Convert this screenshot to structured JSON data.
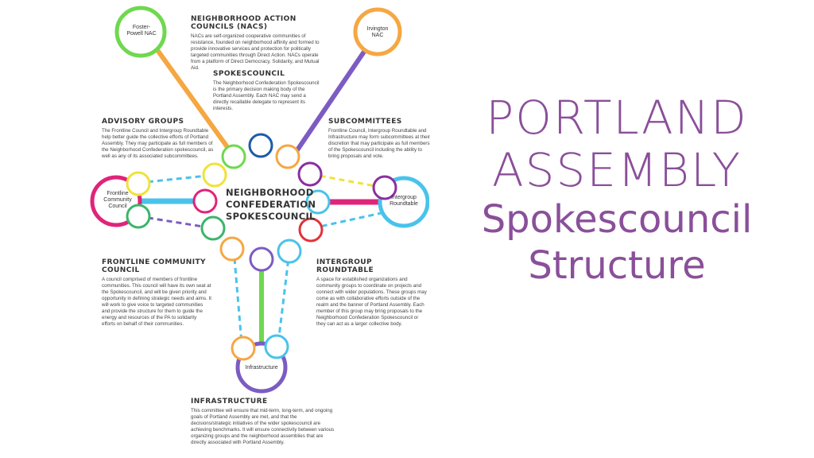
{
  "title": {
    "line1": "PORTLAND",
    "line2": "ASSEMBLY",
    "line3": "Spokescouncil",
    "line4": "Structure"
  },
  "colors": {
    "title": "#8a4f9a",
    "green": "#6fd84f",
    "orange": "#f5a742",
    "purple": "#7c5cc2",
    "pink": "#e0247a",
    "blue": "#49c3ea",
    "red": "#e0333a",
    "yellow": "#f0e23a",
    "darkblue": "#1e5aa8",
    "teal": "#3bb56a"
  },
  "nodes": {
    "foster_powell": "Foster-Powell NAC",
    "irvington": "Irvington NAC",
    "frontline": "Frontline Community Council",
    "intergroup": "Intergroup Roundtable",
    "infrastructure": "Infrastructure",
    "center": "NEIGHBORHOOD CONFEDERATION SPOKESCOUNCIL"
  },
  "sections": {
    "nacs": {
      "heading": "NEIGHBORHOOD ACTION COUNCILS (NACS)",
      "body": "NACs are self-organized cooperative communities of resistance, founded on neighborhood affinity and formed to provide innovative services and protection for politically targeted communities through Direct Action. NACs operate from a platform of Direct Democracy, Solidarity, and Mutual Aid."
    },
    "spokescouncil": {
      "heading": "SPOKESCOUNCIL",
      "body": "The Neighborhood Confederation Spokescouncil is the primary decision making body of the Portland Assembly. Each NAC may send a directly recallable delegate to represent its interests."
    },
    "advisory": {
      "heading": "ADVISORY GROUPS",
      "body": "The Frontline Council and Intergroup Roundtable help better guide the collective efforts of Portland Assembly. They may participate as full members of the Neighborhood Confederation spokescouncil, as well as any of its associated subcommittees."
    },
    "subcommittees": {
      "heading": "SUBCOMMITTEES",
      "body": "Frontline Council, Intergroup Roundtable and Infrastructure may form subcommittees at their discretion that may participate as full members of the Spokescouncil including the ability to bring proposals and vote."
    },
    "frontline": {
      "heading": "FRONTLINE COMMUNITY COUNCIL",
      "body": "A council comprised of members of frontline communities. This council will have its own seat at the Spokescouncil, and will be given priority and opportunity in defining strategic needs and aims. It will work to give voice to targeted communities and provide the structure for them to guide the energy and resources of the PA to solidarity efforts on behalf of their communities."
    },
    "intergroup": {
      "heading": "INTERGROUP ROUNDTABLE",
      "body": "A space for established organizations and community groups to coordinate on projects and connect with wider populations. These groups may come as with collaborative efforts outside of the realm and the banner of Portland Assembly. Each member of this group may bring proposals to the Neighborhood Confederation Spokescouncil or they can act as a larger collective body."
    },
    "infrastructure": {
      "heading": "INFRASTRUCTURE",
      "body": "This committee will ensure that mid-term, long-term, and ongoing goals of Portland Assembly are met, and that the decisions/strategic initiatives of the wider spokescouncil are achieving benchmarks. It will ensure connectivity between various organizing groups and the neighborhood assemblies that are directly associated with Portland Assembly."
    }
  }
}
